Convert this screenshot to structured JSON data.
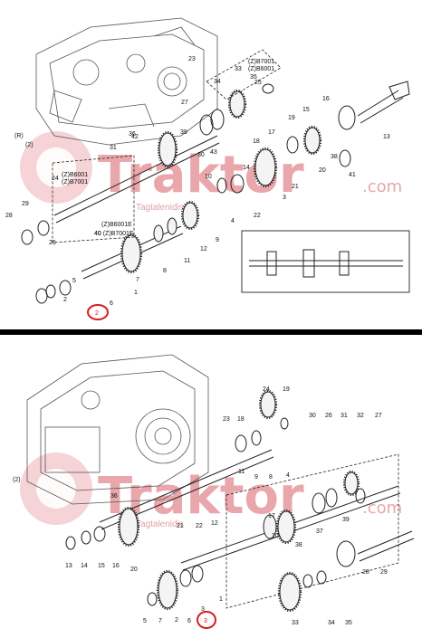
{
  "watermark": {
    "brand": "Traktor",
    "domain": ".com",
    "sub": "Tagtalenidis"
  },
  "colors": {
    "watermark": "#e9a6ab",
    "marker_ring": "#d81c1c"
  },
  "top": {
    "figure_marker": "2",
    "side_marker_r": "(R)",
    "side_marker_2": "(2)",
    "callouts": [
      "1",
      "2",
      "3",
      "4",
      "5",
      "6",
      "7",
      "8",
      "9",
      "10",
      "11",
      "12",
      "13",
      "14",
      "15",
      "16",
      "17",
      "18",
      "19",
      "20",
      "21",
      "22",
      "23",
      "24",
      "25",
      "26",
      "27",
      "28",
      "29",
      "30",
      "31",
      "33",
      "34",
      "35",
      "36",
      "38",
      "39",
      "40",
      "41",
      "42",
      "43"
    ],
    "notes": {
      "n1": "(Z)B6001",
      "n2": "(Z)B7001",
      "n3": "(Z)B6001E",
      "n4": "40 (Z)B7001E",
      "n5": "(Z)B7001",
      "n6": "(Z)B6001"
    }
  },
  "bottom": {
    "figure_marker": "3",
    "side_marker_2": "(2)",
    "callouts": [
      "1",
      "2",
      "3",
      "4",
      "5",
      "6",
      "7",
      "8",
      "9",
      "10",
      "11",
      "12",
      "13",
      "14",
      "15",
      "16",
      "17",
      "18",
      "19",
      "20",
      "21",
      "22",
      "23",
      "24",
      "26",
      "27",
      "28",
      "29",
      "30",
      "31",
      "32",
      "33",
      "34",
      "35",
      "36",
      "37",
      "38",
      "39"
    ]
  }
}
